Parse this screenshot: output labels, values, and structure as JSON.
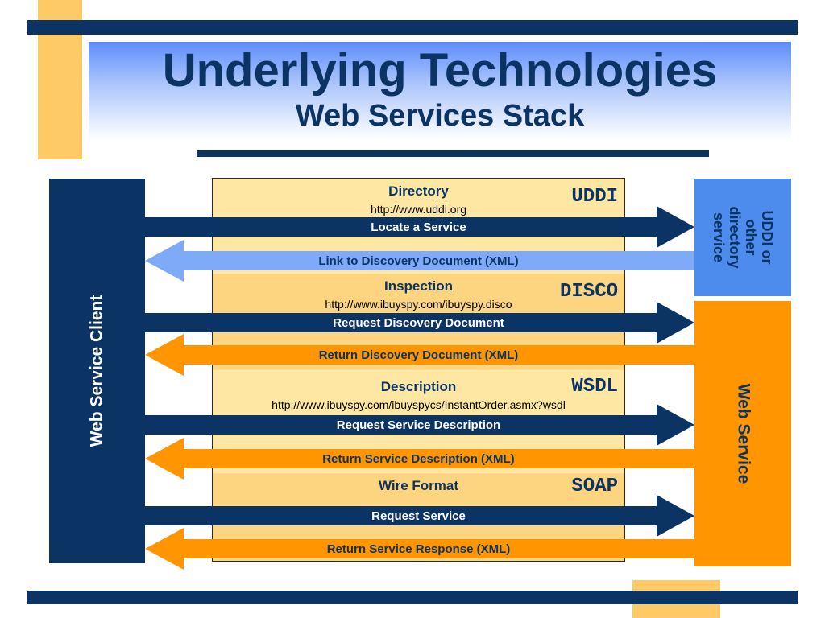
{
  "slide": {
    "title": "Underlying Technologies",
    "subtitle": "Web Services Stack"
  },
  "colors": {
    "navy": "#0b3464",
    "light_blue": "#4d8cec",
    "orange": "#ff9500",
    "yellow": "#fdca65"
  },
  "client": {
    "label": "Web Service Client"
  },
  "uddi_service": {
    "label": "UDDI or\nother\ndirectory\nservice"
  },
  "web_service": {
    "label": "Web Service"
  },
  "layers": [
    {
      "name": "Directory",
      "url": "http://www.uddi.org",
      "tag": "UDDI"
    },
    {
      "name": "Inspection",
      "url": "http://www.ibuyspy.com/ibuyspy.disco",
      "tag": "DISCO"
    },
    {
      "name": "Description",
      "url": "http://www.ibuyspy.com/ibuyspycs/InstantOrder.asmx?wsdl",
      "tag": "WSDL"
    },
    {
      "name": "Wire Format",
      "url": "",
      "tag": "SOAP"
    }
  ],
  "messages": [
    {
      "label": "Locate a Service",
      "direction": "right",
      "color": "navy"
    },
    {
      "label": "Link to Discovery Document (XML)",
      "direction": "left",
      "color": "light_blue"
    },
    {
      "label": "Request Discovery Document",
      "direction": "right",
      "color": "navy"
    },
    {
      "label": "Return  Discovery Document (XML)",
      "direction": "left",
      "color": "orange"
    },
    {
      "label": "Request Service Description",
      "direction": "right",
      "color": "navy"
    },
    {
      "label": "Return  Service Description (XML)",
      "direction": "left",
      "color": "orange"
    },
    {
      "label": "Request Service",
      "direction": "right",
      "color": "navy"
    },
    {
      "label": "Return  Service Response (XML)",
      "direction": "left",
      "color": "orange"
    }
  ]
}
